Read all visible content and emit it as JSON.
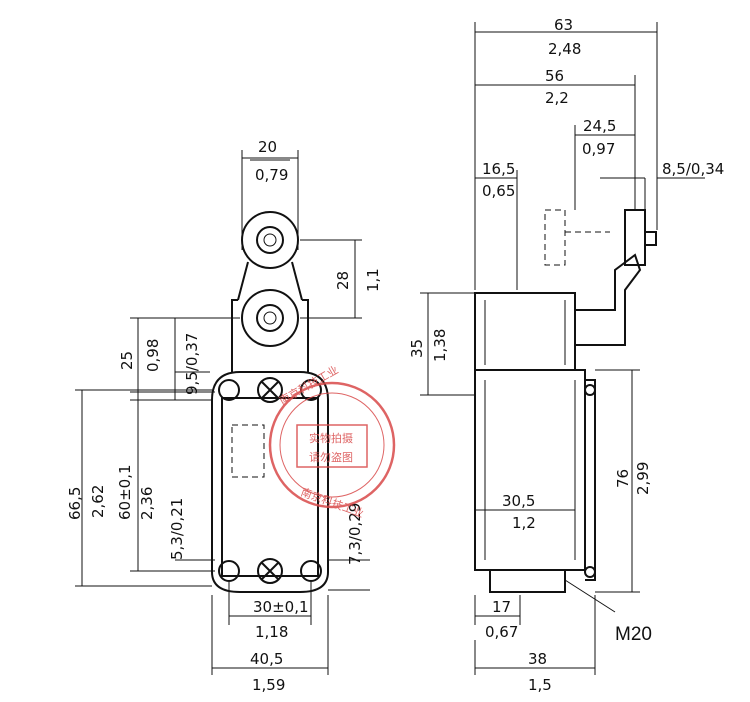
{
  "front_view": {
    "dims": {
      "roller_width_mm": "20",
      "roller_width_in": "0,79",
      "arm_len_mm": "28",
      "arm_len_in": "1,1",
      "pivot_mm": "25",
      "pivot_in": "0,98",
      "pivot_small": "9,5/0,37",
      "height_mm": "66,5",
      "height_in": "2,62",
      "hole_mm": "60±0,1",
      "hole_in": "2,36",
      "hole_offset": "5,3/0,21",
      "edge_offset": "7,3/0,29",
      "hole_pitch_mm": "30±0,1",
      "hole_pitch_in": "1,18",
      "body_w_mm": "40,5",
      "body_w_in": "1,59"
    }
  },
  "side_view": {
    "dims": {
      "total_w_mm": "63",
      "total_w_in": "2,48",
      "arm_w_mm": "56",
      "arm_w_in": "2,2",
      "roller_off_mm": "24,5",
      "roller_off_in": "0,97",
      "head_w_mm": "16,5",
      "head_w_in": "0,65",
      "roller_thk": "8,5/0,34",
      "head_h_mm": "35",
      "head_h_in": "1,38",
      "body_h_mm": "76",
      "body_h_in": "2,99",
      "inner_w_mm": "30,5",
      "inner_w_in": "1,2",
      "conduit_mm": "17",
      "conduit_in": "0,67",
      "thread": "M20",
      "depth_mm": "38",
      "depth_in": "1,5"
    }
  },
  "stamp": {
    "line1": "实物拍摄",
    "line2": "请勿盗图",
    "ring_top": "南京科技工业",
    "ring_bottom": "南京科技工业"
  }
}
